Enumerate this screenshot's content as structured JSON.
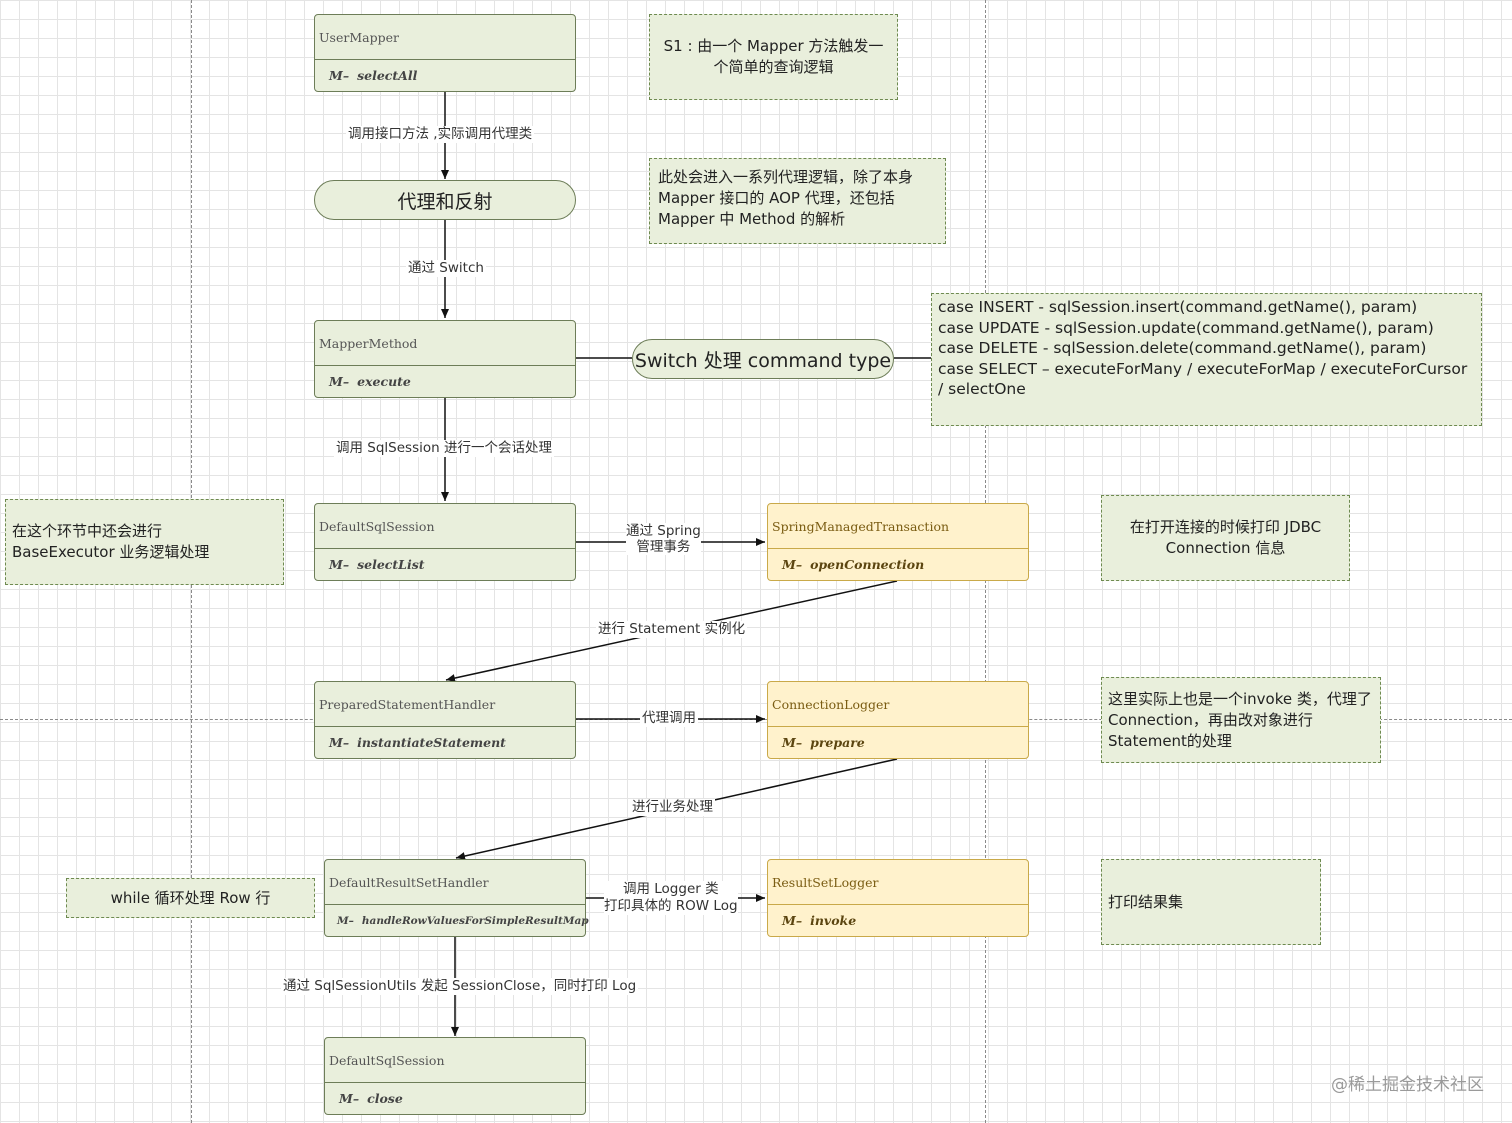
{
  "classes": {
    "user_mapper": {
      "name": "UserMapper",
      "method": "selectAll"
    },
    "mapper_method": {
      "name": "MapperMethod",
      "method": "execute"
    },
    "default_sql_session_1": {
      "name": "DefaultSqlSession",
      "method": "selectList"
    },
    "spring_managed_transaction": {
      "name": "SpringManagedTransaction",
      "method": "openConnection"
    },
    "prepared_statement_handler": {
      "name": "PreparedStatementHandler",
      "method": "instantiateStatement"
    },
    "connection_logger": {
      "name": "ConnectionLogger",
      "method": "prepare"
    },
    "default_result_set_handler": {
      "name": "DefaultResultSetHandler",
      "method": "handleRowValuesForSimpleResultMap"
    },
    "result_set_logger": {
      "name": "ResultSetLogger",
      "method": "invoke"
    },
    "default_sql_session_2": {
      "name": "DefaultSqlSession",
      "method": "close"
    }
  },
  "method_tag": "M",
  "proxy_node": "代理和反射",
  "switch_node": "Switch 处理 command type",
  "notes": {
    "s1": "S1 : 由一个 Mapper 方法触发一个简单的查询逻辑",
    "proxy": "此处会进入一系列代理逻辑，除了本身 Mapper 接口的 AOP 代理，还包括 Mapper 中 Method 的解析",
    "switch_cases": [
      "case INSERT - sqlSession.insert(command.getName(), param)",
      "case UPDATE - sqlSession.update(command.getName(), param)",
      "case DELETE - sqlSession.delete(command.getName(), param)",
      "case SELECT – executeForMany / executeForMap / executeForCursor / selectOne"
    ],
    "base_executor": "在这个环节中还会进行 BaseExecutor 业务逻辑处理",
    "jdbc": "在打开连接的时候打印 JDBC Connection 信息",
    "invoke": "这里实际上也是一个invoke 类，代理了 Connection，再由改对象进行 Statement的处理",
    "while_row": "while 循环处理 Row 行",
    "print_result": "打印结果集"
  },
  "edge_labels": {
    "call_interface": "调用接口方法 ,实际调用代理类",
    "via_switch": "通过 Switch",
    "sqlsession_call": "调用 SqlSession 进行一个会话处理",
    "spring_tx_1": "通过 Spring",
    "spring_tx_2": "管理事务",
    "statement_inst": "进行 Statement 实例化",
    "proxy_call": "代理调用",
    "business": "进行业务处理",
    "logger_1": "调用 Logger 类",
    "logger_2": "打印具体的 ROW Log",
    "session_close": "通过 SqlSessionUtils 发起 SessionClose，同时打印 Log"
  },
  "watermark": "@稀土掘金技术社区"
}
